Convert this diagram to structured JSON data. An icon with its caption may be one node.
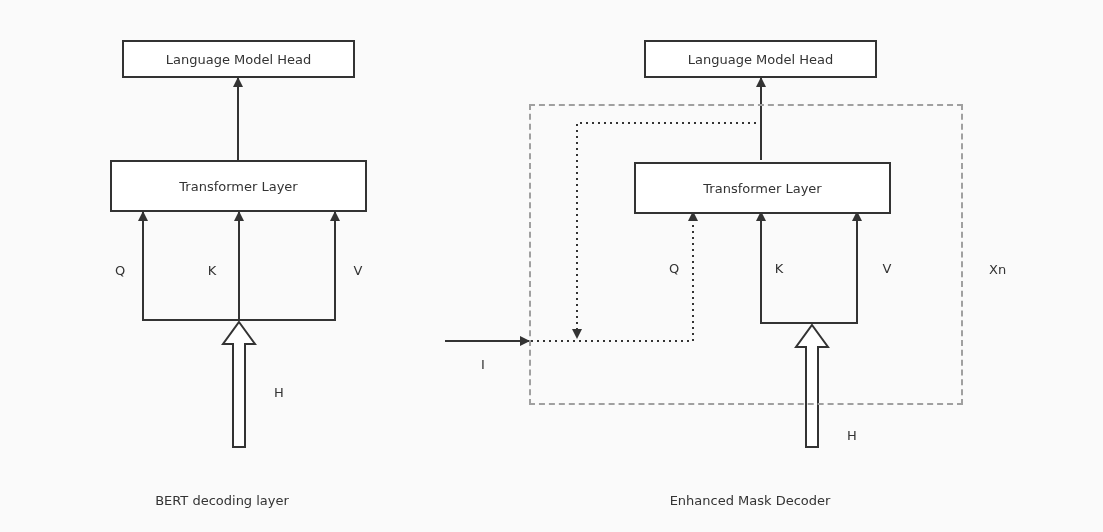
{
  "diagram": {
    "nodes": [
      {
        "text": [
          "Language Model Head"
        ]
      },
      {
        "text": [
          "Transformer Layer"
        ]
      },
      {
        "text": [
          "Language Model Head"
        ]
      },
      {
        "text": [
          "Xn"
        ]
      },
      {
        "text": [
          "Transformer Layer"
        ],
        "in": 3
      }
    ],
    "edges": [
      {
        "from": 1,
        "to": 0,
        "arrow": "to"
      },
      {
        "from": null,
        "to": 1,
        "arrow": "to",
        "label": "Q"
      },
      {
        "from": null,
        "to": 1,
        "arrow": "to",
        "label": "K"
      },
      {
        "from": null,
        "to": 1,
        "arrow": "to",
        "label": "V"
      },
      {
        "from": 4,
        "to": 2,
        "arrow": "to"
      },
      {
        "from": 4,
        "to": null,
        "arrow": "to",
        "style": "dashed"
      },
      {
        "from": null,
        "to": 3,
        "arrow": "to",
        "label": "I"
      },
      {
        "from": null,
        "to": 4,
        "arrow": "to",
        "label": "Q",
        "style": "dashed"
      },
      {
        "from": null,
        "to": 4,
        "arrow": "to",
        "label": "K"
      },
      {
        "from": null,
        "to": 4,
        "arrow": "to",
        "label": "V"
      }
    ],
    "labels": [
      "H",
      "BERT decoding layer",
      "H",
      "Enhanced Mask Decoder"
    ]
  }
}
